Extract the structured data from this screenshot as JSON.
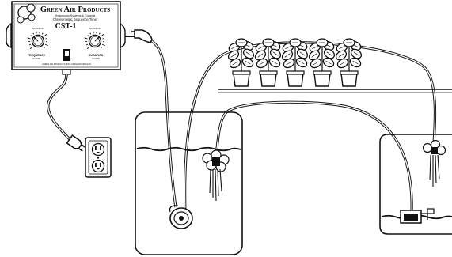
{
  "timer": {
    "brand": "Green Air Products",
    "subtitle_1": "Hydroponic Systems & Controls",
    "subtitle_2": "Chronometric Sequence Timer",
    "model": "CST-1",
    "left_dial_top": "DURATION",
    "right_dial_top": "DURATION",
    "left_label": "FREQUENCY",
    "left_sub": "Hrs/Min",
    "right_label": "DURATION",
    "right_sub": "Hrs/Min",
    "footer": "GREEN AIR PRODUCTS, INC.  GRESHAM OREGON"
  },
  "icons": {
    "timer": "timer-box-icon",
    "plug_top": "power-plug-icon",
    "plug_left": "power-plug-icon",
    "outlet": "wall-outlet-icon",
    "plants": "potted-plant-icon",
    "pump": "water-pump-icon",
    "sprayer": "misting-nozzle-icon",
    "reservoir": "reservoir-tank-icon"
  },
  "plants": [
    {
      "id": "plant-1"
    },
    {
      "id": "plant-2"
    },
    {
      "id": "plant-3"
    },
    {
      "id": "plant-4"
    },
    {
      "id": "plant-5"
    }
  ]
}
